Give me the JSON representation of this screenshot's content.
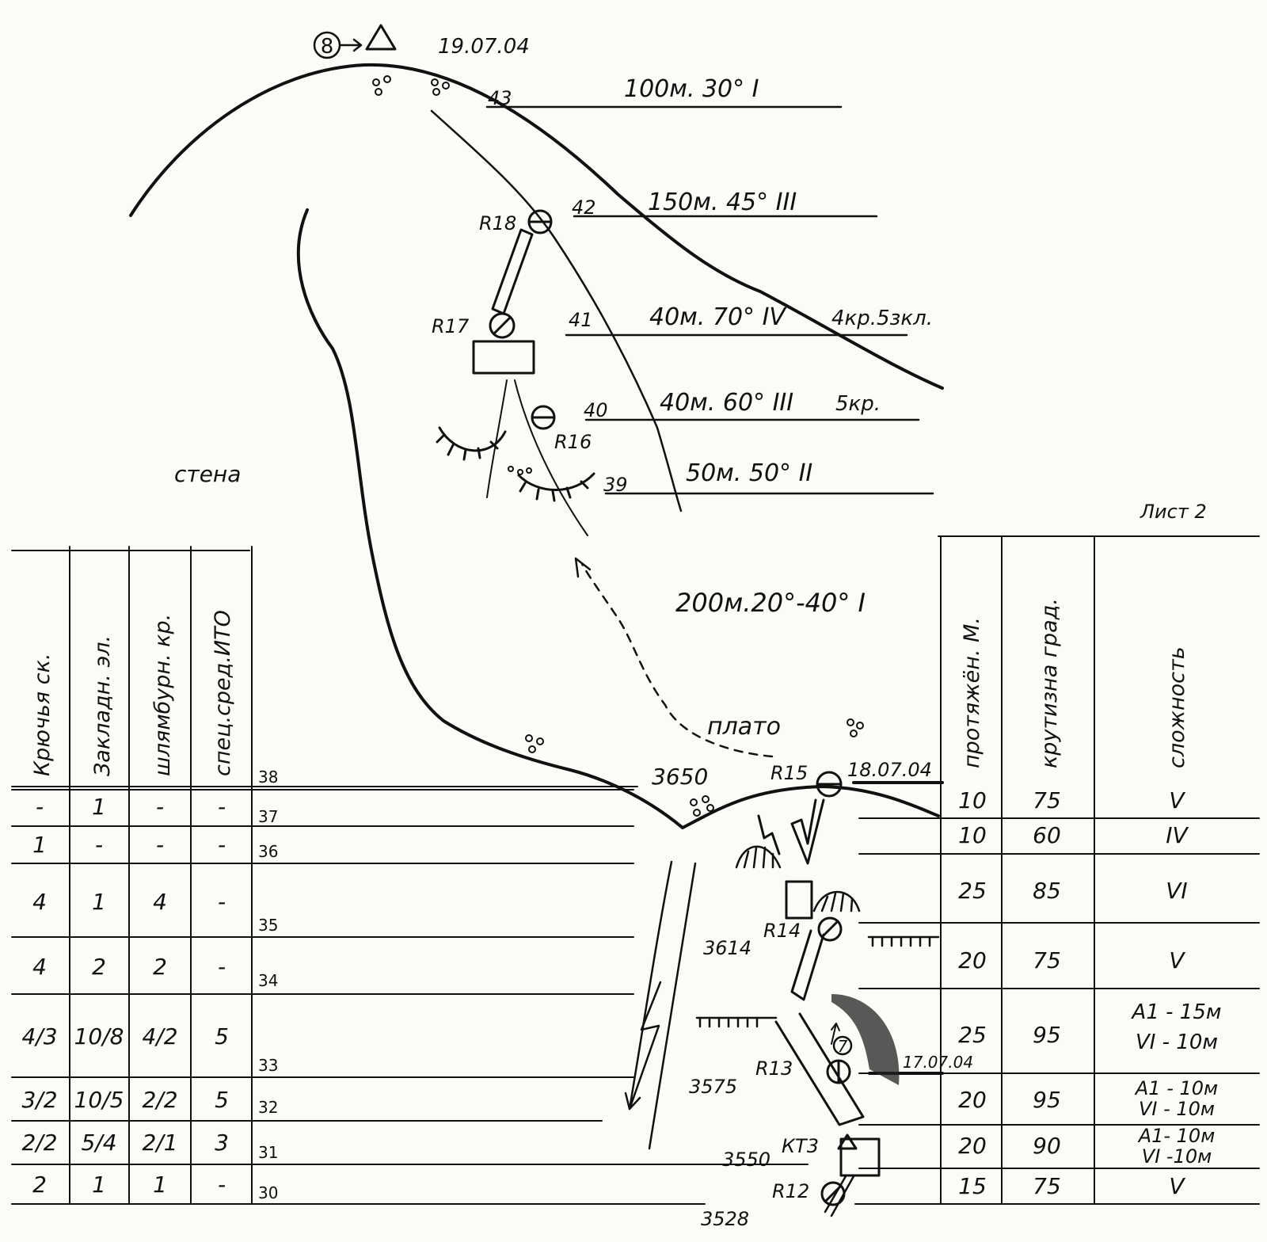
{
  "summit": {
    "marker": "8",
    "date": "19.07.04"
  },
  "labels": {
    "wall": "стена",
    "plateau": "плато",
    "approach": "200м.20°-40° I",
    "sheet": "Лист 2"
  },
  "upper_sections": [
    {
      "num": "43",
      "desc": "100м. 30° I"
    },
    {
      "num": "42",
      "desc": "150м. 45° III"
    },
    {
      "num": "41",
      "desc": "40м. 70° IV",
      "extra": "4кр.5зкл."
    },
    {
      "num": "40",
      "desc": "40м. 60° III",
      "extra": "5кр."
    },
    {
      "num": "39",
      "desc": "50м. 50° II"
    }
  ],
  "stations": {
    "r12": "R12",
    "r13": "R13",
    "r14": "R14",
    "r15": "R15",
    "r16": "R16",
    "r17": "R17",
    "r18": "R18"
  },
  "station7": "7",
  "control_point": "КТ3",
  "altitudes": {
    "a3650": "3650",
    "a3614": "3614",
    "a3575": "3575",
    "a3550": "3550",
    "a3528": "3528"
  },
  "dates": {
    "d18": "18.07.04",
    "d17": "17.07.04"
  },
  "left_table": {
    "headers": [
      "Крючья ск.",
      "Закладн. эл.",
      "шлямбурн. кр.",
      "спец.сред.ИТО"
    ],
    "rows": [
      [
        "-",
        "1",
        "-",
        "-"
      ],
      [
        "1",
        "-",
        "-",
        "-"
      ],
      [
        "4",
        "1",
        "4",
        "-"
      ],
      [
        "4",
        "2",
        "2",
        "-"
      ],
      [
        "4/3",
        "10/8",
        "4/2",
        "5"
      ],
      [
        "3/2",
        "10/5",
        "2/2",
        "5"
      ],
      [
        "2/2",
        "5/4",
        "2/1",
        "3"
      ],
      [
        "2",
        "1",
        "1",
        "-"
      ]
    ]
  },
  "section_numbers": [
    "38",
    "37",
    "36",
    "35",
    "34",
    "33",
    "32",
    "31",
    "30"
  ],
  "right_table": {
    "headers": [
      "протяжён. М.",
      "крутизна град.",
      "сложность"
    ],
    "rows": [
      [
        "10",
        "75",
        "V",
        ""
      ],
      [
        "10",
        "60",
        "IV",
        ""
      ],
      [
        "25",
        "85",
        "VI",
        ""
      ],
      [
        "20",
        "75",
        "V",
        ""
      ],
      [
        "25",
        "95",
        "A1 - 15м",
        "VI - 10м"
      ],
      [
        "20",
        "95",
        "A1 - 10м",
        "VI - 10м"
      ],
      [
        "20",
        "90",
        "A1- 10м",
        "VI -10м"
      ],
      [
        "15",
        "75",
        "V",
        ""
      ]
    ]
  }
}
